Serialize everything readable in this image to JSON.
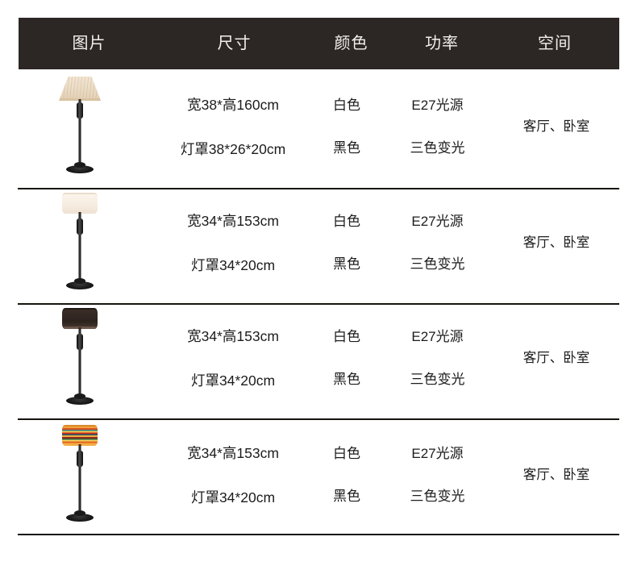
{
  "table": {
    "headers": [
      {
        "label": "图片",
        "name": "image"
      },
      {
        "label": "尺寸",
        "name": "size"
      },
      {
        "label": "颜色",
        "name": "color"
      },
      {
        "label": "功率",
        "name": "power"
      },
      {
        "label": "空间",
        "name": "space"
      }
    ],
    "rows": [
      {
        "image_alt": "米色褶皱锥形灯罩落地灯",
        "shade_style": "taper-cream",
        "size_line1": "宽38*高160cm",
        "size_line2": "灯罩38*26*20cm",
        "color_line1": "白色",
        "color_line2": "黑色",
        "power_line1": "E27光源",
        "power_line2": "三色变光",
        "space": "客厅、卧室"
      },
      {
        "image_alt": "白色圆筒灯罩落地灯",
        "shade_style": "drum-white",
        "size_line1": "宽34*高153cm",
        "size_line2": "灯罩34*20cm",
        "color_line1": "白色",
        "color_line2": "黑色",
        "power_line1": "E27光源",
        "power_line2": "三色变光",
        "space": "客厅、卧室"
      },
      {
        "image_alt": "黑色圆筒灯罩落地灯",
        "shade_style": "drum-dark",
        "size_line1": "宽34*高153cm",
        "size_line2": "灯罩34*20cm",
        "color_line1": "白色",
        "color_line2": "黑色",
        "power_line1": "E27光源",
        "power_line2": "三色变光",
        "space": "客厅、卧室"
      },
      {
        "image_alt": "彩色条纹圆筒灯罩落地灯",
        "shade_style": "drum-striped",
        "size_line1": "宽34*高153cm",
        "size_line2": "灯罩34*20cm",
        "color_line1": "白色",
        "color_line2": "黑色",
        "power_line1": "E27光源",
        "power_line2": "三色变光",
        "space": "客厅、卧室"
      }
    ]
  },
  "colors": {
    "header_bg": "#2c2724",
    "header_text": "#f2f0ee",
    "body_text": "#1c1c1c",
    "separator": "#17140f",
    "page_bg": "#ffffff"
  }
}
